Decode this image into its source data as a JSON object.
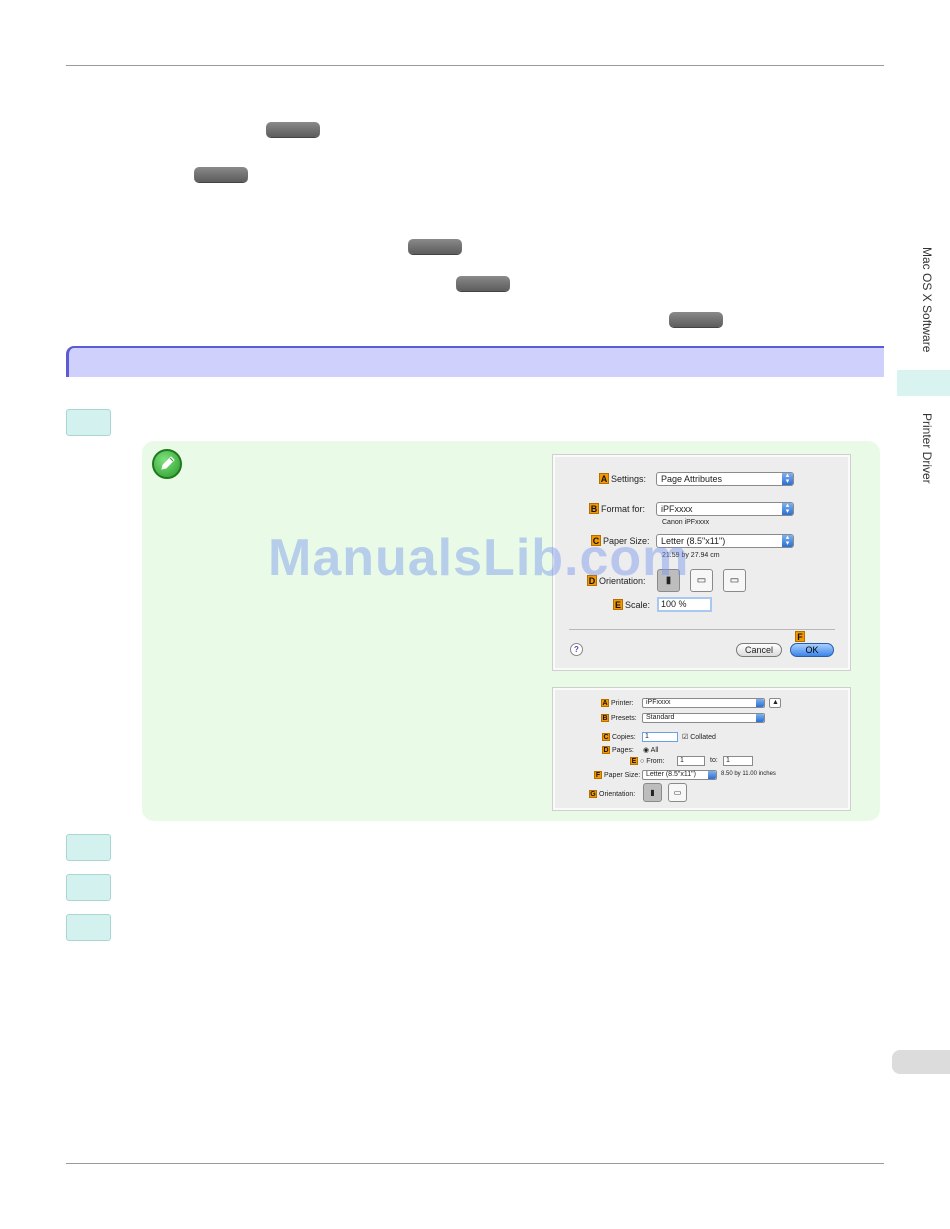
{
  "sidebar": {
    "tab1": "Mac OS X Software",
    "tab2": "Printer Driver"
  },
  "watermark": "ManualsLib.com",
  "dialog_page_setup": {
    "settings_label": "Settings:",
    "settings_value": "Page Attributes",
    "format_label": "Format for:",
    "format_value": "iPFxxxx",
    "format_sub": "Canon iPFxxxx",
    "paper_label": "Paper Size:",
    "paper_value": "Letter (8.5\"x11\")",
    "paper_sub": "21.59 by 27.94 cm",
    "orientation_label": "Orientation:",
    "scale_label": "Scale:",
    "scale_value": "100 %",
    "cancel": "Cancel",
    "ok": "OK",
    "badges": {
      "a": "A",
      "b": "B",
      "c": "C",
      "d": "D",
      "e": "E",
      "f": "F"
    }
  },
  "dialog_print": {
    "printer_label": "Printer:",
    "printer_value": "iPFxxxx",
    "presets_label": "Presets:",
    "presets_value": "Standard",
    "copies_label": "Copies:",
    "copies_value": "1",
    "collated": "Collated",
    "pages_label": "Pages:",
    "pages_all": "All",
    "pages_from": "From:",
    "from_value": "1",
    "to_label": "to:",
    "to_value": "1",
    "paper_label": "Paper Size:",
    "paper_value": "Letter (8.5\"x11\")",
    "paper_sub": "8.50 by 11.00 inches",
    "orientation_label": "Orientation:",
    "badges": {
      "a": "A",
      "b": "B",
      "c": "C",
      "d": "D",
      "e": "E",
      "f": "F",
      "g": "G"
    }
  }
}
